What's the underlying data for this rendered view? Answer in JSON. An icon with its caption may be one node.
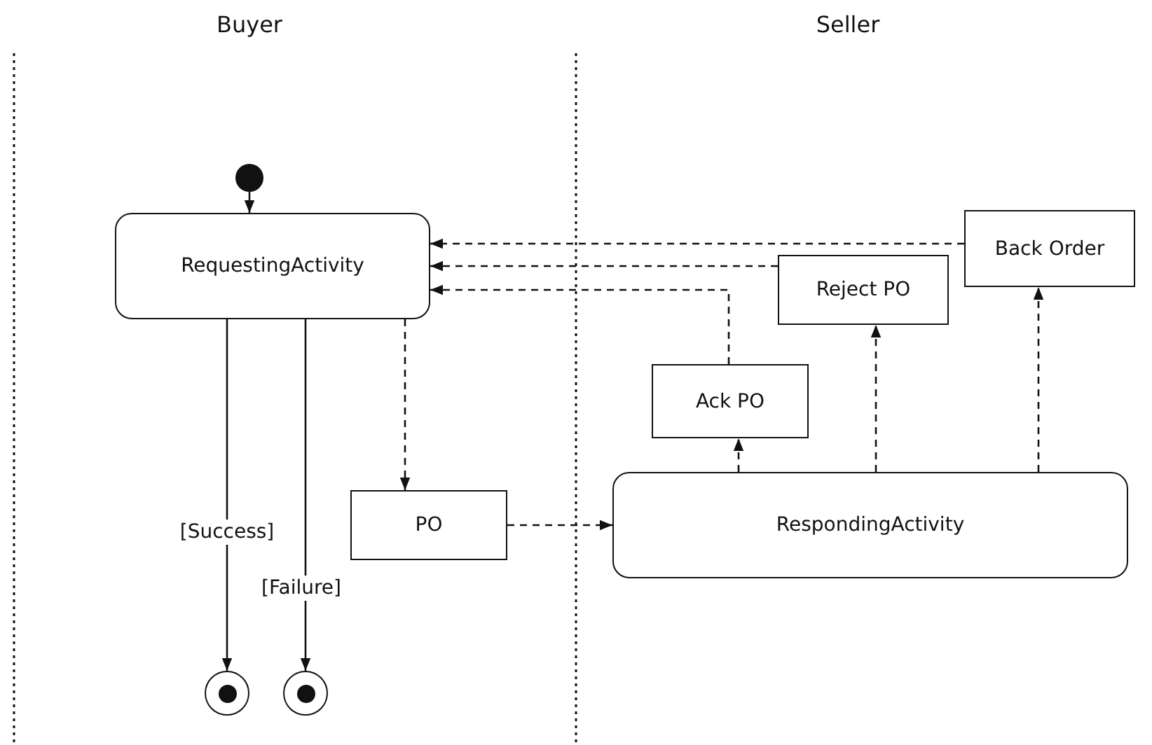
{
  "diagram": {
    "nodes": [
      {
        "text": [],
        "shape": "circle"
      },
      {
        "text": [
          "RequestingActivity"
        ]
      },
      {
        "text": [
          "PO"
        ]
      },
      {
        "text": [
          "RespondingActivity"
        ]
      },
      {
        "text": [
          "Ack PO"
        ]
      },
      {
        "text": [
          "Reject PO"
        ]
      },
      {
        "text": [
          "Back Order"
        ]
      },
      {
        "text": [],
        "shape": "circle"
      },
      {
        "text": [],
        "shape": "circle"
      }
    ],
    "edges": [
      {
        "from": 0,
        "to": 1,
        "arrow": "to"
      },
      {
        "from": 1,
        "to": 7,
        "arrow": "to",
        "label": "[Success]"
      },
      {
        "from": 1,
        "to": 8,
        "arrow": "to",
        "label": "[Failure]"
      },
      {
        "from": 1,
        "to": 2,
        "arrow": "to",
        "style": "dashed"
      },
      {
        "from": 2,
        "to": 3,
        "arrow": "to",
        "style": "dashed"
      },
      {
        "from": 3,
        "to": 4,
        "arrow": "to",
        "style": "dashed"
      },
      {
        "from": 3,
        "to": 5,
        "arrow": "to",
        "style": "dashed"
      },
      {
        "from": 3,
        "to": 6,
        "arrow": "to",
        "style": "dashed"
      },
      {
        "from": 4,
        "to": 1,
        "arrow": "to",
        "style": "dashed"
      },
      {
        "from": 5,
        "to": 1,
        "arrow": "to",
        "style": "dashed"
      },
      {
        "from": 6,
        "to": 1,
        "arrow": "to",
        "style": "dashed"
      }
    ],
    "labels": [
      "Buyer",
      "Seller"
    ]
  }
}
